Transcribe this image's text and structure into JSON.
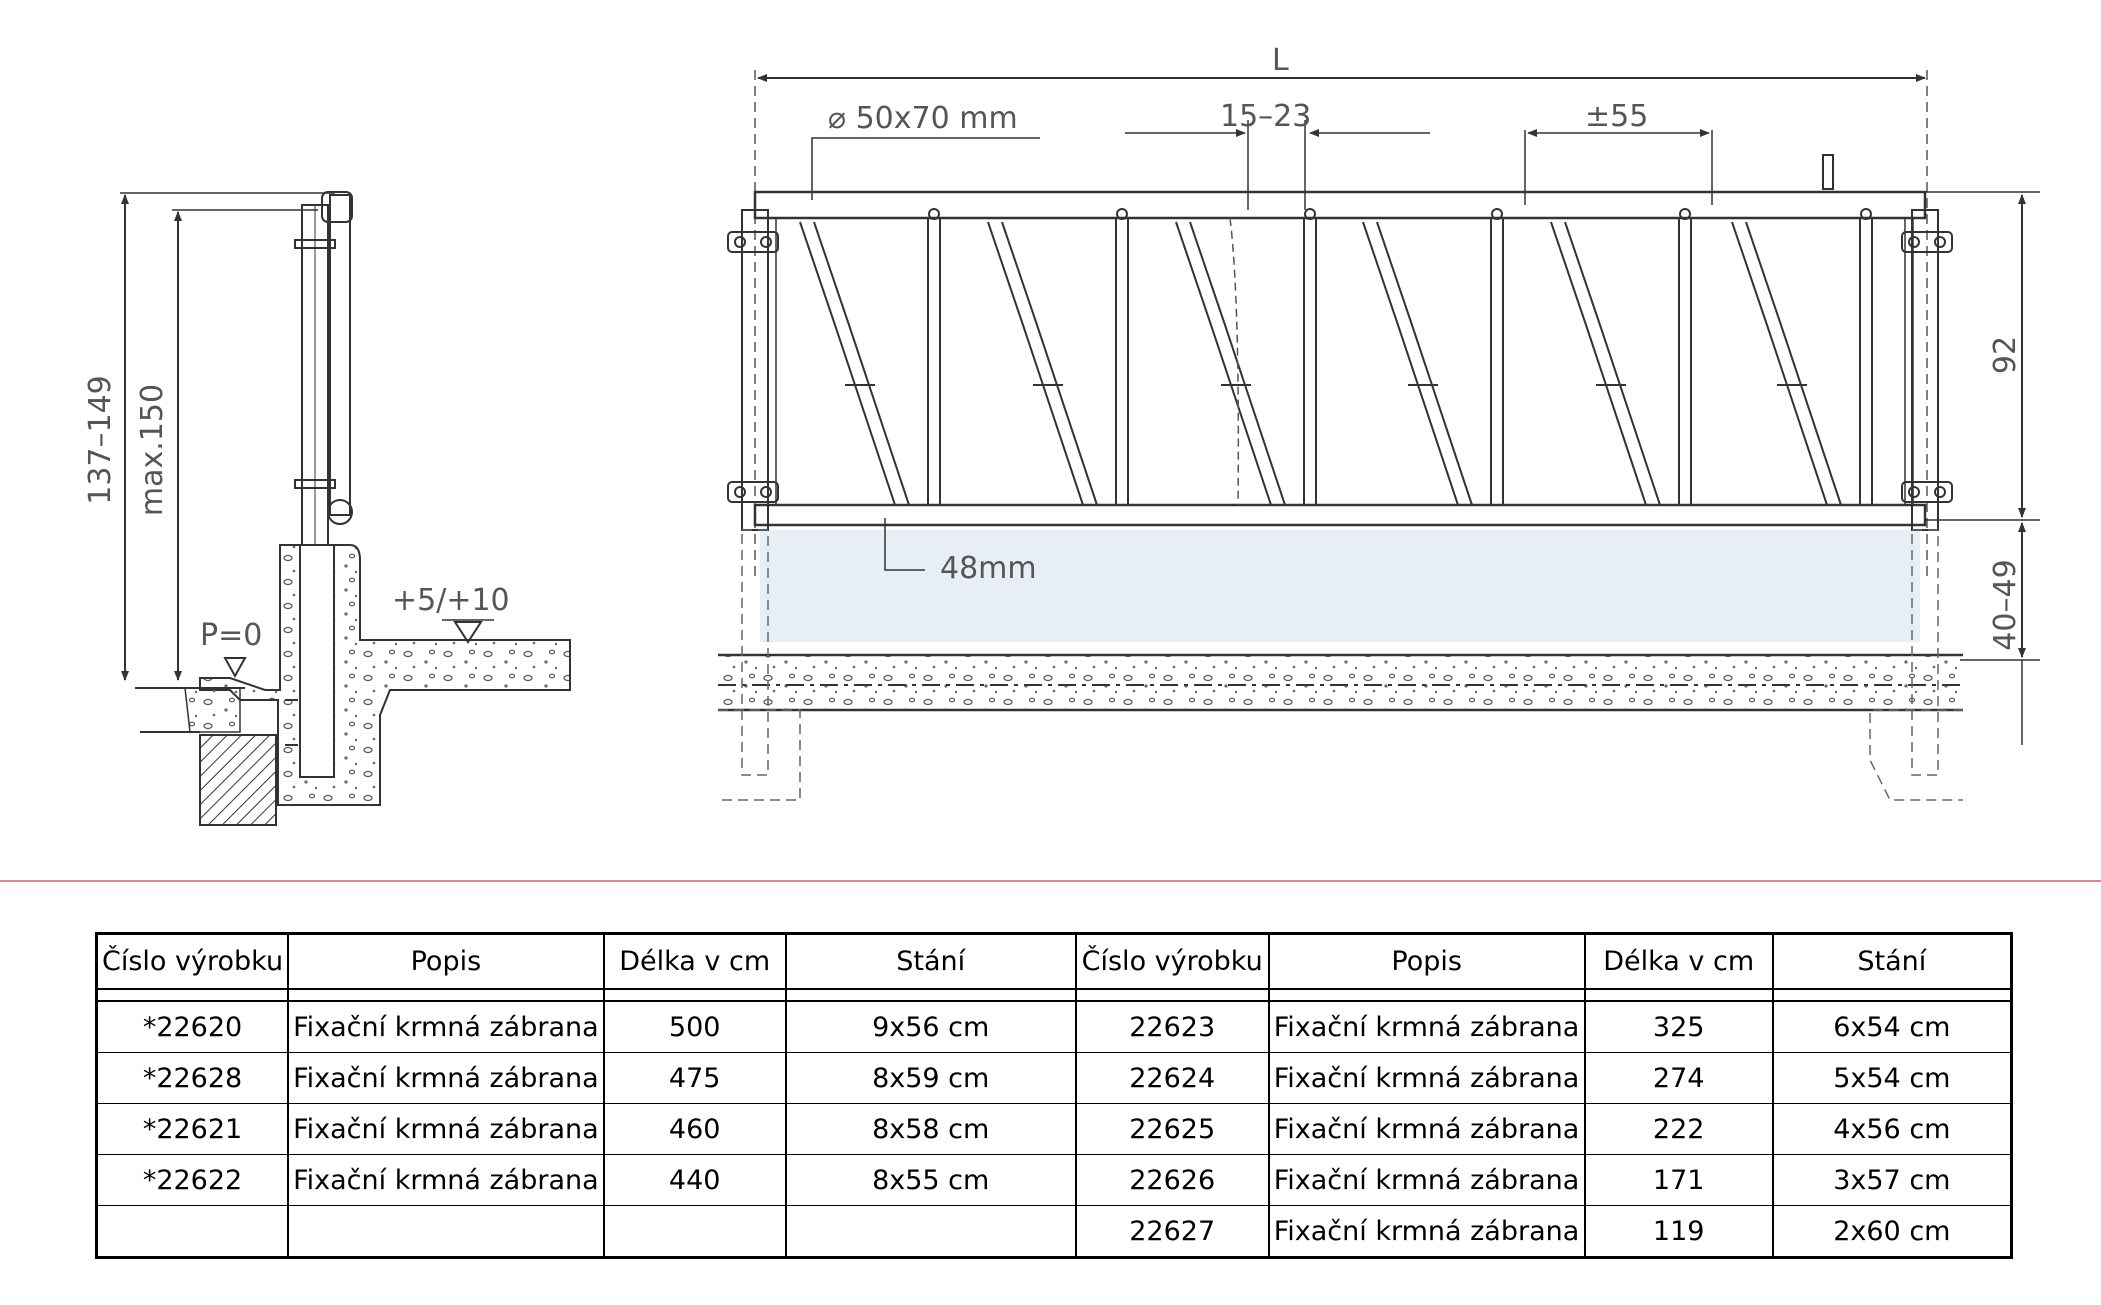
{
  "diagram": {
    "side_view": {
      "dim_total": "137–149",
      "dim_max": "max.150",
      "level_floor": "P=0",
      "level_feed": "+5/+10"
    },
    "front_view": {
      "length": "L",
      "profile": "⌀ 50x70 mm",
      "gap": "15–23",
      "spacing": "±55",
      "height": "92",
      "bar": "48mm",
      "base_height": "40–49"
    }
  },
  "table": {
    "headers": [
      "Číslo výrobku",
      "Popis",
      "Délka  v cm",
      "Stání",
      "Číslo výrobku",
      "Popis",
      "Délka  v cm",
      "Stání"
    ],
    "rows": [
      [
        "*22620",
        "Fixační krmná zábrana",
        "500",
        "9x56 cm",
        "22623",
        "Fixační krmná zábrana",
        "325",
        "6x54 cm"
      ],
      [
        "*22628",
        "Fixační krmná zábrana",
        "475",
        "8x59 cm",
        "22624",
        "Fixační krmná zábrana",
        "274",
        "5x54 cm"
      ],
      [
        "*22621",
        "Fixační krmná zábrana",
        "460",
        "8x58 cm",
        "22625",
        "Fixační krmná zábrana",
        "222",
        "4x56 cm"
      ],
      [
        "*22622",
        "Fixační krmná zábrana",
        "440",
        "8x55 cm",
        "22626",
        "Fixační krmná zábrana",
        "171",
        "3x57 cm"
      ],
      [
        "",
        "",
        "",
        "",
        "22627",
        "Fixační krmná zábrana",
        "119",
        "2x60 cm"
      ]
    ]
  }
}
